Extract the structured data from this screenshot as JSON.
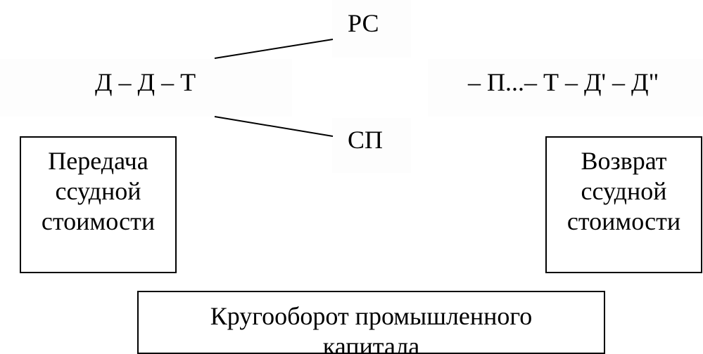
{
  "formula": {
    "left": "Д – Д – Т",
    "branch_top": "РС",
    "branch_bottom": "СП",
    "right": "– П...– Т – Д' – Д\""
  },
  "boxes": {
    "left": "Передача\nссудной\nстоимости",
    "right": "Возврат\nссудной\nстоимости",
    "bottom": "Кругооборот промышленного\nкапитала"
  }
}
